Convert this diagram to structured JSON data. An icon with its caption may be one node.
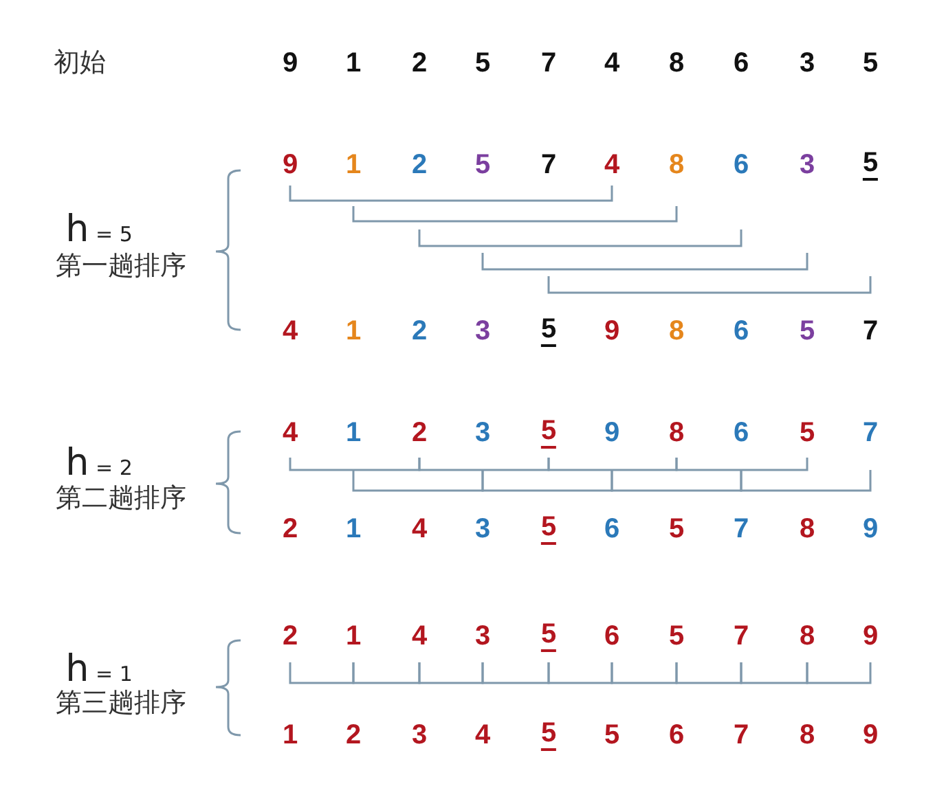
{
  "diagram": {
    "nodes": [
      {
        "text": [
          "9"
        ]
      },
      {
        "text": [
          "1"
        ]
      },
      {
        "text": [
          "2"
        ]
      },
      {
        "text": [
          "5"
        ]
      },
      {
        "text": [
          "7"
        ]
      },
      {
        "text": [
          "4"
        ]
      },
      {
        "text": [
          "8"
        ]
      },
      {
        "text": [
          "6"
        ]
      },
      {
        "text": [
          "3"
        ]
      },
      {
        "text": [
          "5"
        ]
      },
      {
        "text": [
          "4"
        ]
      },
      {
        "text": [
          "1"
        ]
      },
      {
        "text": [
          "2"
        ]
      },
      {
        "text": [
          "3"
        ]
      },
      {
        "text": [
          "5"
        ]
      },
      {
        "text": [
          "9"
        ]
      },
      {
        "text": [
          "8"
        ]
      },
      {
        "text": [
          "6"
        ]
      },
      {
        "text": [
          "5"
        ]
      },
      {
        "text": [
          "7"
        ]
      },
      {
        "text": [
          "2"
        ]
      },
      {
        "text": [
          "1"
        ]
      },
      {
        "text": [
          "4"
        ]
      },
      {
        "text": [
          "3"
        ]
      },
      {
        "text": [
          "5"
        ]
      },
      {
        "text": [
          "6"
        ]
      },
      {
        "text": [
          "5"
        ]
      },
      {
        "text": [
          "7"
        ]
      },
      {
        "text": [
          "8"
        ]
      },
      {
        "text": [
          "9"
        ]
      }
    ],
    "edges": [
      {
        "from": 0,
        "to": 5,
        "arrow": "none"
      },
      {
        "from": 1,
        "to": 6,
        "arrow": "none"
      },
      {
        "from": 2,
        "to": 7,
        "arrow": "none"
      },
      {
        "from": 3,
        "to": 8,
        "arrow": "none"
      },
      {
        "from": 4,
        "to": 9,
        "arrow": "none"
      },
      {
        "from": 10,
        "to": 12,
        "arrow": "none"
      },
      {
        "from": 12,
        "to": 14,
        "arrow": "none"
      },
      {
        "from": 14,
        "to": 16,
        "arrow": "none"
      },
      {
        "from": 16,
        "to": 18,
        "arrow": "none"
      },
      {
        "from": 11,
        "to": 13,
        "arrow": "none"
      },
      {
        "from": 13,
        "to": 15,
        "arrow": "none"
      },
      {
        "from": 15,
        "to": 17,
        "arrow": "none"
      },
      {
        "from": 17,
        "to": 19,
        "arrow": "none"
      },
      {
        "from": 20,
        "to": 21,
        "arrow": "none"
      },
      {
        "from": 21,
        "to": 22,
        "arrow": "none"
      },
      {
        "from": 22,
        "to": 23,
        "arrow": "none"
      },
      {
        "from": 23,
        "to": 24,
        "arrow": "none"
      },
      {
        "from": 24,
        "to": 25,
        "arrow": "none"
      },
      {
        "from": 25,
        "to": 26,
        "arrow": "none"
      },
      {
        "from": 26,
        "to": 27,
        "arrow": "none"
      },
      {
        "from": 27,
        "to": 28,
        "arrow": "none"
      },
      {
        "from": 28,
        "to": 29,
        "arrow": "none"
      }
    ],
    "labels": [
      "初始",
      "9",
      "1",
      "2",
      "5",
      "7",
      "4",
      "8",
      "6",
      "3",
      "5",
      "h = 5",
      "第一趟排序",
      "4",
      "1",
      "2",
      "3",
      "5",
      "9",
      "8",
      "6",
      "5",
      "7",
      "h = 2",
      "第二趟排序",
      "2",
      "1",
      "4",
      "3",
      "5",
      "6",
      "5",
      "7",
      "8",
      "9",
      "h = 1",
      "第三趟排序",
      "1",
      "2",
      "3",
      "4",
      "5",
      "5",
      "6",
      "7",
      "8",
      "9"
    ]
  }
}
